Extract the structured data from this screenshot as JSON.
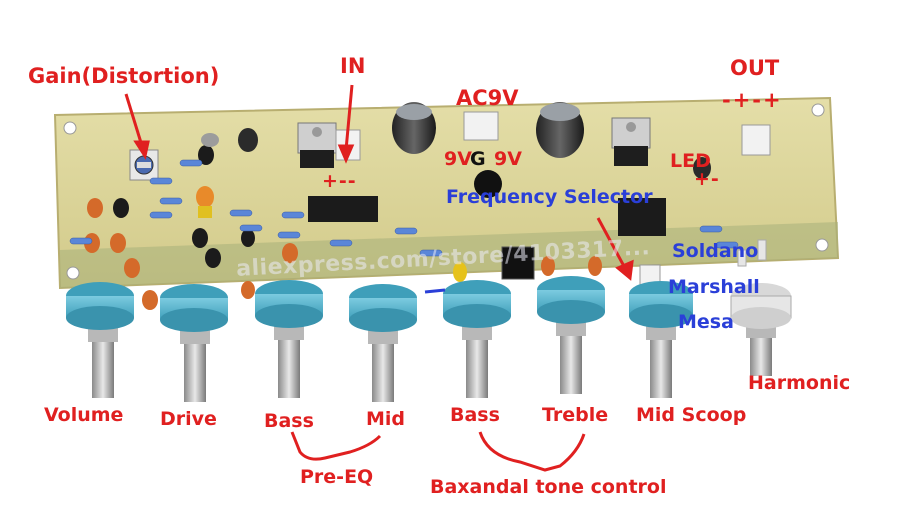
{
  "labels": {
    "gain": "Gain(Distortion)",
    "in": "IN",
    "ac9v": "AC9V",
    "out": "OUT",
    "out_pins": "-+-+",
    "in_pins": "+--",
    "nine_v_left": "9V",
    "g": "G",
    "nine_v_right": "9V",
    "led": "LED",
    "led_pins": "+-",
    "frequency_selector": "Frequency  Selector",
    "soldano": "Soldano",
    "marshall": "Marshall",
    "mesa": "Mesa",
    "harmonic": "Harmonic",
    "volume": "Volume",
    "drive": "Drive",
    "bass_pre": "Bass",
    "mid": "Mid",
    "bass_bax": "Bass",
    "treble": "Treble",
    "mid_scoop": "Mid Scoop",
    "pre_eq": "Pre-EQ",
    "baxandal": "Baxandal tone control"
  },
  "watermark": "aliexpress.com/store/4103317...",
  "colors": {
    "label_red": "#e02020",
    "label_blue": "#2a3fd8",
    "pcb": "#dcd59a",
    "knob": "#5fb8d0"
  },
  "knobs": [
    "Volume",
    "Drive",
    "Bass",
    "Mid",
    "Bass",
    "Treble",
    "Mid Scoop",
    "Harmonic"
  ]
}
